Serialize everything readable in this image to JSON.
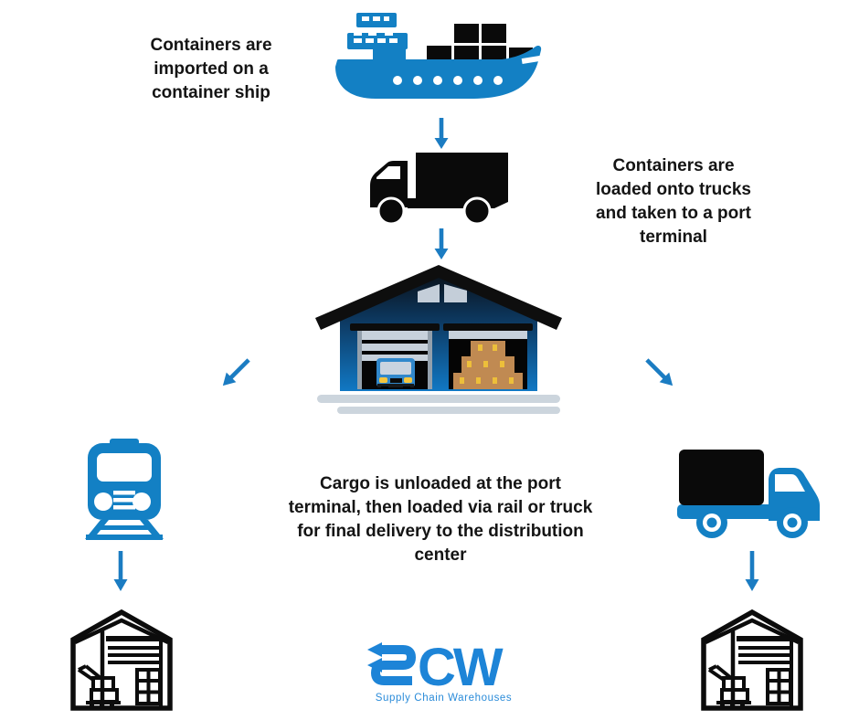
{
  "steps": [
    {
      "name": "import-on-ship",
      "lines": [
        "Containers are",
        "imported on a",
        "container ship"
      ]
    },
    {
      "name": "trucks-to-port-terminal",
      "lines": [
        "Containers are",
        "loaded onto trucks",
        "and taken to a port",
        "terminal"
      ]
    },
    {
      "name": "unload-and-final-delivery",
      "lines": [
        "Cargo is unloaded at the port",
        "terminal, then loaded via rail or truck",
        "for final delivery to the distribution",
        "center"
      ]
    }
  ],
  "logo": {
    "acronym": "SCW",
    "acronym_tail": "CW",
    "name": "Supply Chain Warehouses"
  },
  "icons": [
    "container-ship-icon",
    "cargo-truck-icon",
    "down-arrow-icon",
    "diagonal-arrow-icon",
    "port-terminal-warehouse-icon",
    "train-icon",
    "delivery-truck-icon",
    "distribution-center-icon"
  ],
  "colors": {
    "icon_blue": "#1380c4",
    "arrow_blue": "#1b7cc2",
    "logo_blue": "#1d84d7",
    "text_black": "#141414",
    "warehouse_gradient_top": "#0a141f",
    "warehouse_gradient_bottom": "#1178c4",
    "ground_gray": "#ccd5dd",
    "box_brown": "#c08a52",
    "tape_yellow": "#edbf3a"
  }
}
